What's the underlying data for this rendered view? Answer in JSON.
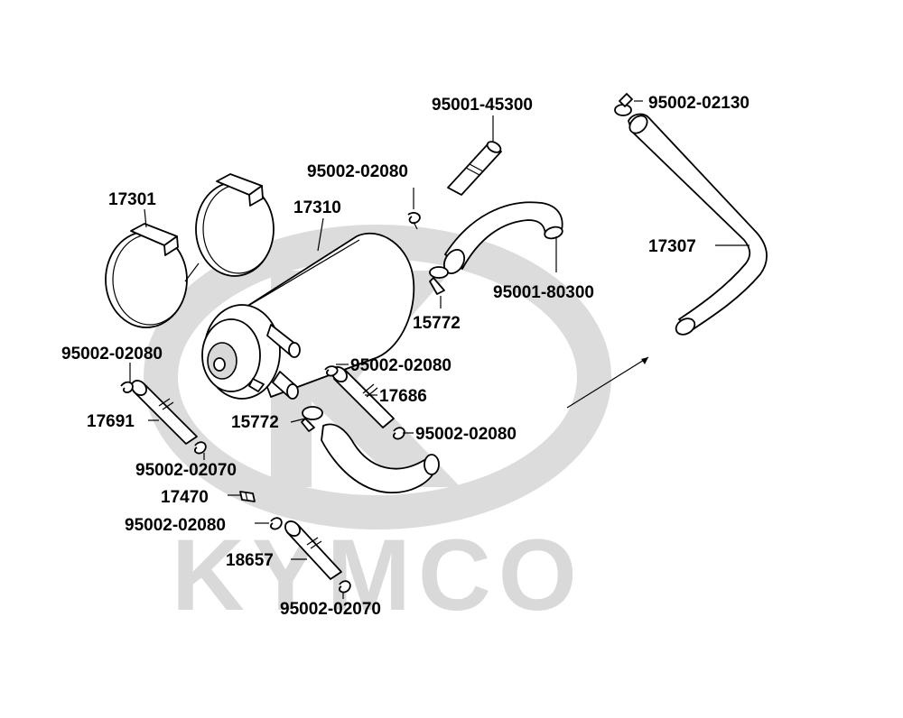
{
  "diagram": {
    "watermark": {
      "brand_text": "KYMCO",
      "color": "#d9d9d9"
    },
    "labels": {
      "p_17301": "17301",
      "p_17310": "17310",
      "p_95002_02080_top": "95002-02080",
      "p_95001_45300": "95001-45300",
      "p_95002_02130": "95002-02130",
      "p_17307": "17307",
      "p_95001_80300": "95001-80300",
      "p_15772_top": "15772",
      "p_95002_02080_left": "95002-02080",
      "p_95002_02080_mid": "95002-02080",
      "p_17686": "17686",
      "p_17691": "17691",
      "p_15772_mid": "15772",
      "p_95002_02080_right": "95002-02080",
      "p_95002_02070_a": "95002-02070",
      "p_17470": "17470",
      "p_95002_02080_low": "95002-02080",
      "p_18657": "18657",
      "p_95002_02070_b": "95002-02070"
    }
  }
}
